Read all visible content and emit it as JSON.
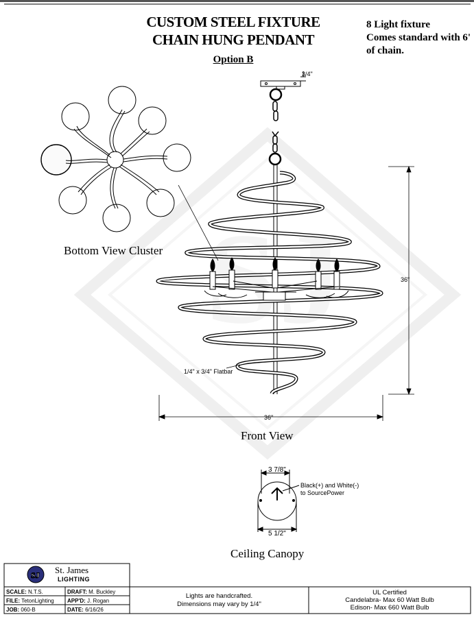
{
  "title": {
    "line1": "CUSTOM STEEL FIXTURE",
    "line2": "CHAIN HUNG PENDANT",
    "option": "Option B"
  },
  "note": {
    "line1": "8 Light fixture",
    "line2": "Comes standard with 6'",
    "line3": "of chain."
  },
  "views": {
    "bottom": "Bottom View Cluster",
    "front": "Front View",
    "canopy": "Ceiling Canopy"
  },
  "dimensions": {
    "top_fraction": "3/4\"",
    "height": "36\"",
    "width": "36\"",
    "flatbar": "1/4\" x 3/4\" Flatbar",
    "canopy_top": "3 7/8\"",
    "canopy_width": "5 1/2\"",
    "wiring_line1": "Black(+) and White(-)",
    "wiring_line2": "to SourcePower"
  },
  "title_block": {
    "company_line1": "St. James",
    "company_line2": "LIGHTING",
    "scale_label": "SCALE:",
    "scale_value": "N.T.S.",
    "draft_label": "DRAFT:",
    "draft_value": "M. Buckley",
    "file_label": "FILE:",
    "file_value": "TetonLighting",
    "appd_label": "APP'D:",
    "appd_value": "J. Rogan",
    "job_label": "JOB:",
    "job_value": "060-B",
    "date_label": "DATE:",
    "date_value": "6/16/26",
    "hand_line1": "Lights are handcrafted.",
    "hand_line2": "Dimensions may vary by 1/4\"",
    "ul_line1": "UL Certified",
    "ul_line2": "Candelabra- Max 60 Watt Bulb",
    "ul_line3": "Edison- Max 660 Watt Bulb"
  }
}
